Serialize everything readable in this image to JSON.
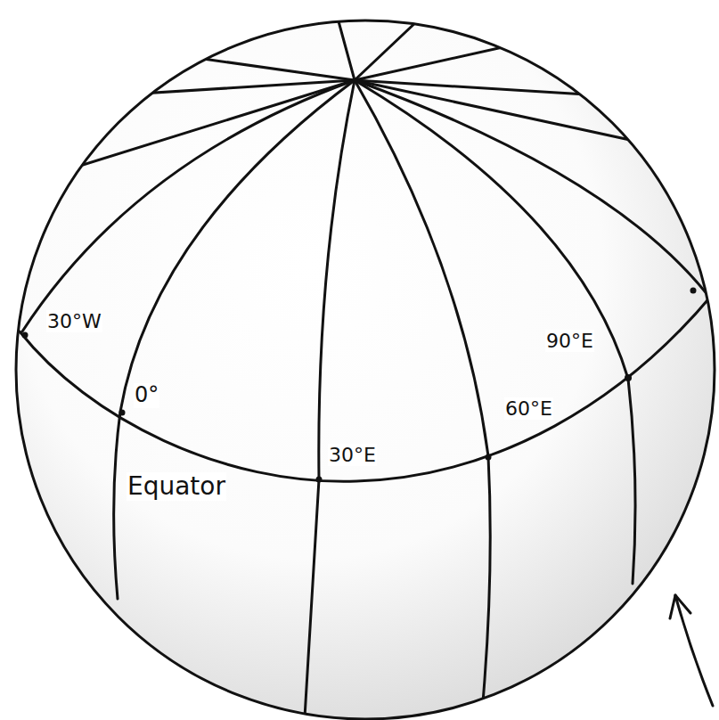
{
  "diagram": {
    "labels": [
      "30°W",
      "0°",
      "Equator",
      "30°E",
      "60°E",
      "90°E"
    ]
  }
}
